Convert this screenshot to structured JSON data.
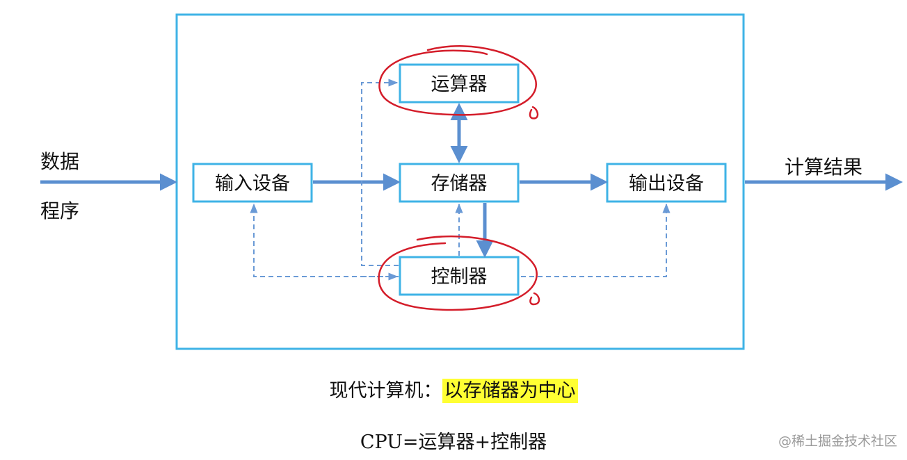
{
  "colors": {
    "frame": "#3fb3e6",
    "box_border": "#3fb3e6",
    "arrow": "#5b8fd0",
    "dashed": "#6a9ad6",
    "annotation": "#d41d2a",
    "highlight": "#ffff33"
  },
  "inputs": {
    "data": "数据",
    "program": "程序"
  },
  "output": "计算结果",
  "boxes": {
    "alu": "运算器",
    "input_device": "输入设备",
    "memory": "存储器",
    "output_device": "输出设备",
    "controller": "控制器"
  },
  "caption": {
    "prefix": "现代计算机：",
    "highlight": "以存储器为中心",
    "formula": "CPU=运算器+控制器"
  },
  "watermark": "@稀土掘金技术社区"
}
